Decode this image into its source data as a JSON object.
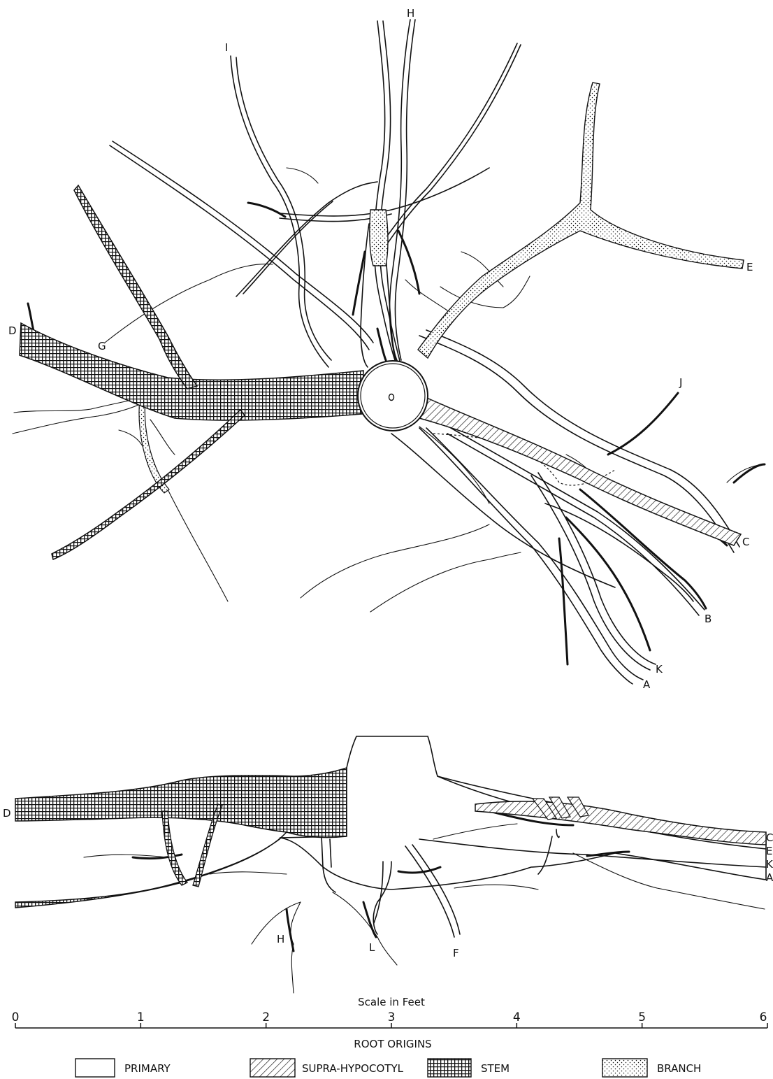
{
  "colors": {
    "ink": "#111111",
    "primary": "#ffffff",
    "supra_hypocotyl": "hatched",
    "stem": "grid",
    "branch": "stippled"
  },
  "plan_view": {
    "root_labels": {
      "A": "A",
      "B": "B",
      "C": "C",
      "D": "D",
      "E": "E",
      "G": "G",
      "H": "H",
      "I": "I",
      "J": "J",
      "K": "K"
    }
  },
  "side_view": {
    "root_labels": {
      "D": "D",
      "C": "C",
      "E": "E",
      "K": "K",
      "A": "A",
      "H": "H",
      "L": "L",
      "F": "F"
    }
  },
  "scale": {
    "title": "Scale in Feet",
    "ticks": [
      "0",
      "1",
      "2",
      "3",
      "4",
      "5",
      "6"
    ],
    "unit_range": [
      0,
      6
    ]
  },
  "legend": {
    "title": "ROOT ORIGINS",
    "items": [
      {
        "key": "primary",
        "label": "PRIMARY"
      },
      {
        "key": "supra_hypocotyl",
        "label": "SUPRA-HYPOCOTYL"
      },
      {
        "key": "stem",
        "label": "STEM"
      },
      {
        "key": "branch",
        "label": "BRANCH"
      }
    ]
  }
}
